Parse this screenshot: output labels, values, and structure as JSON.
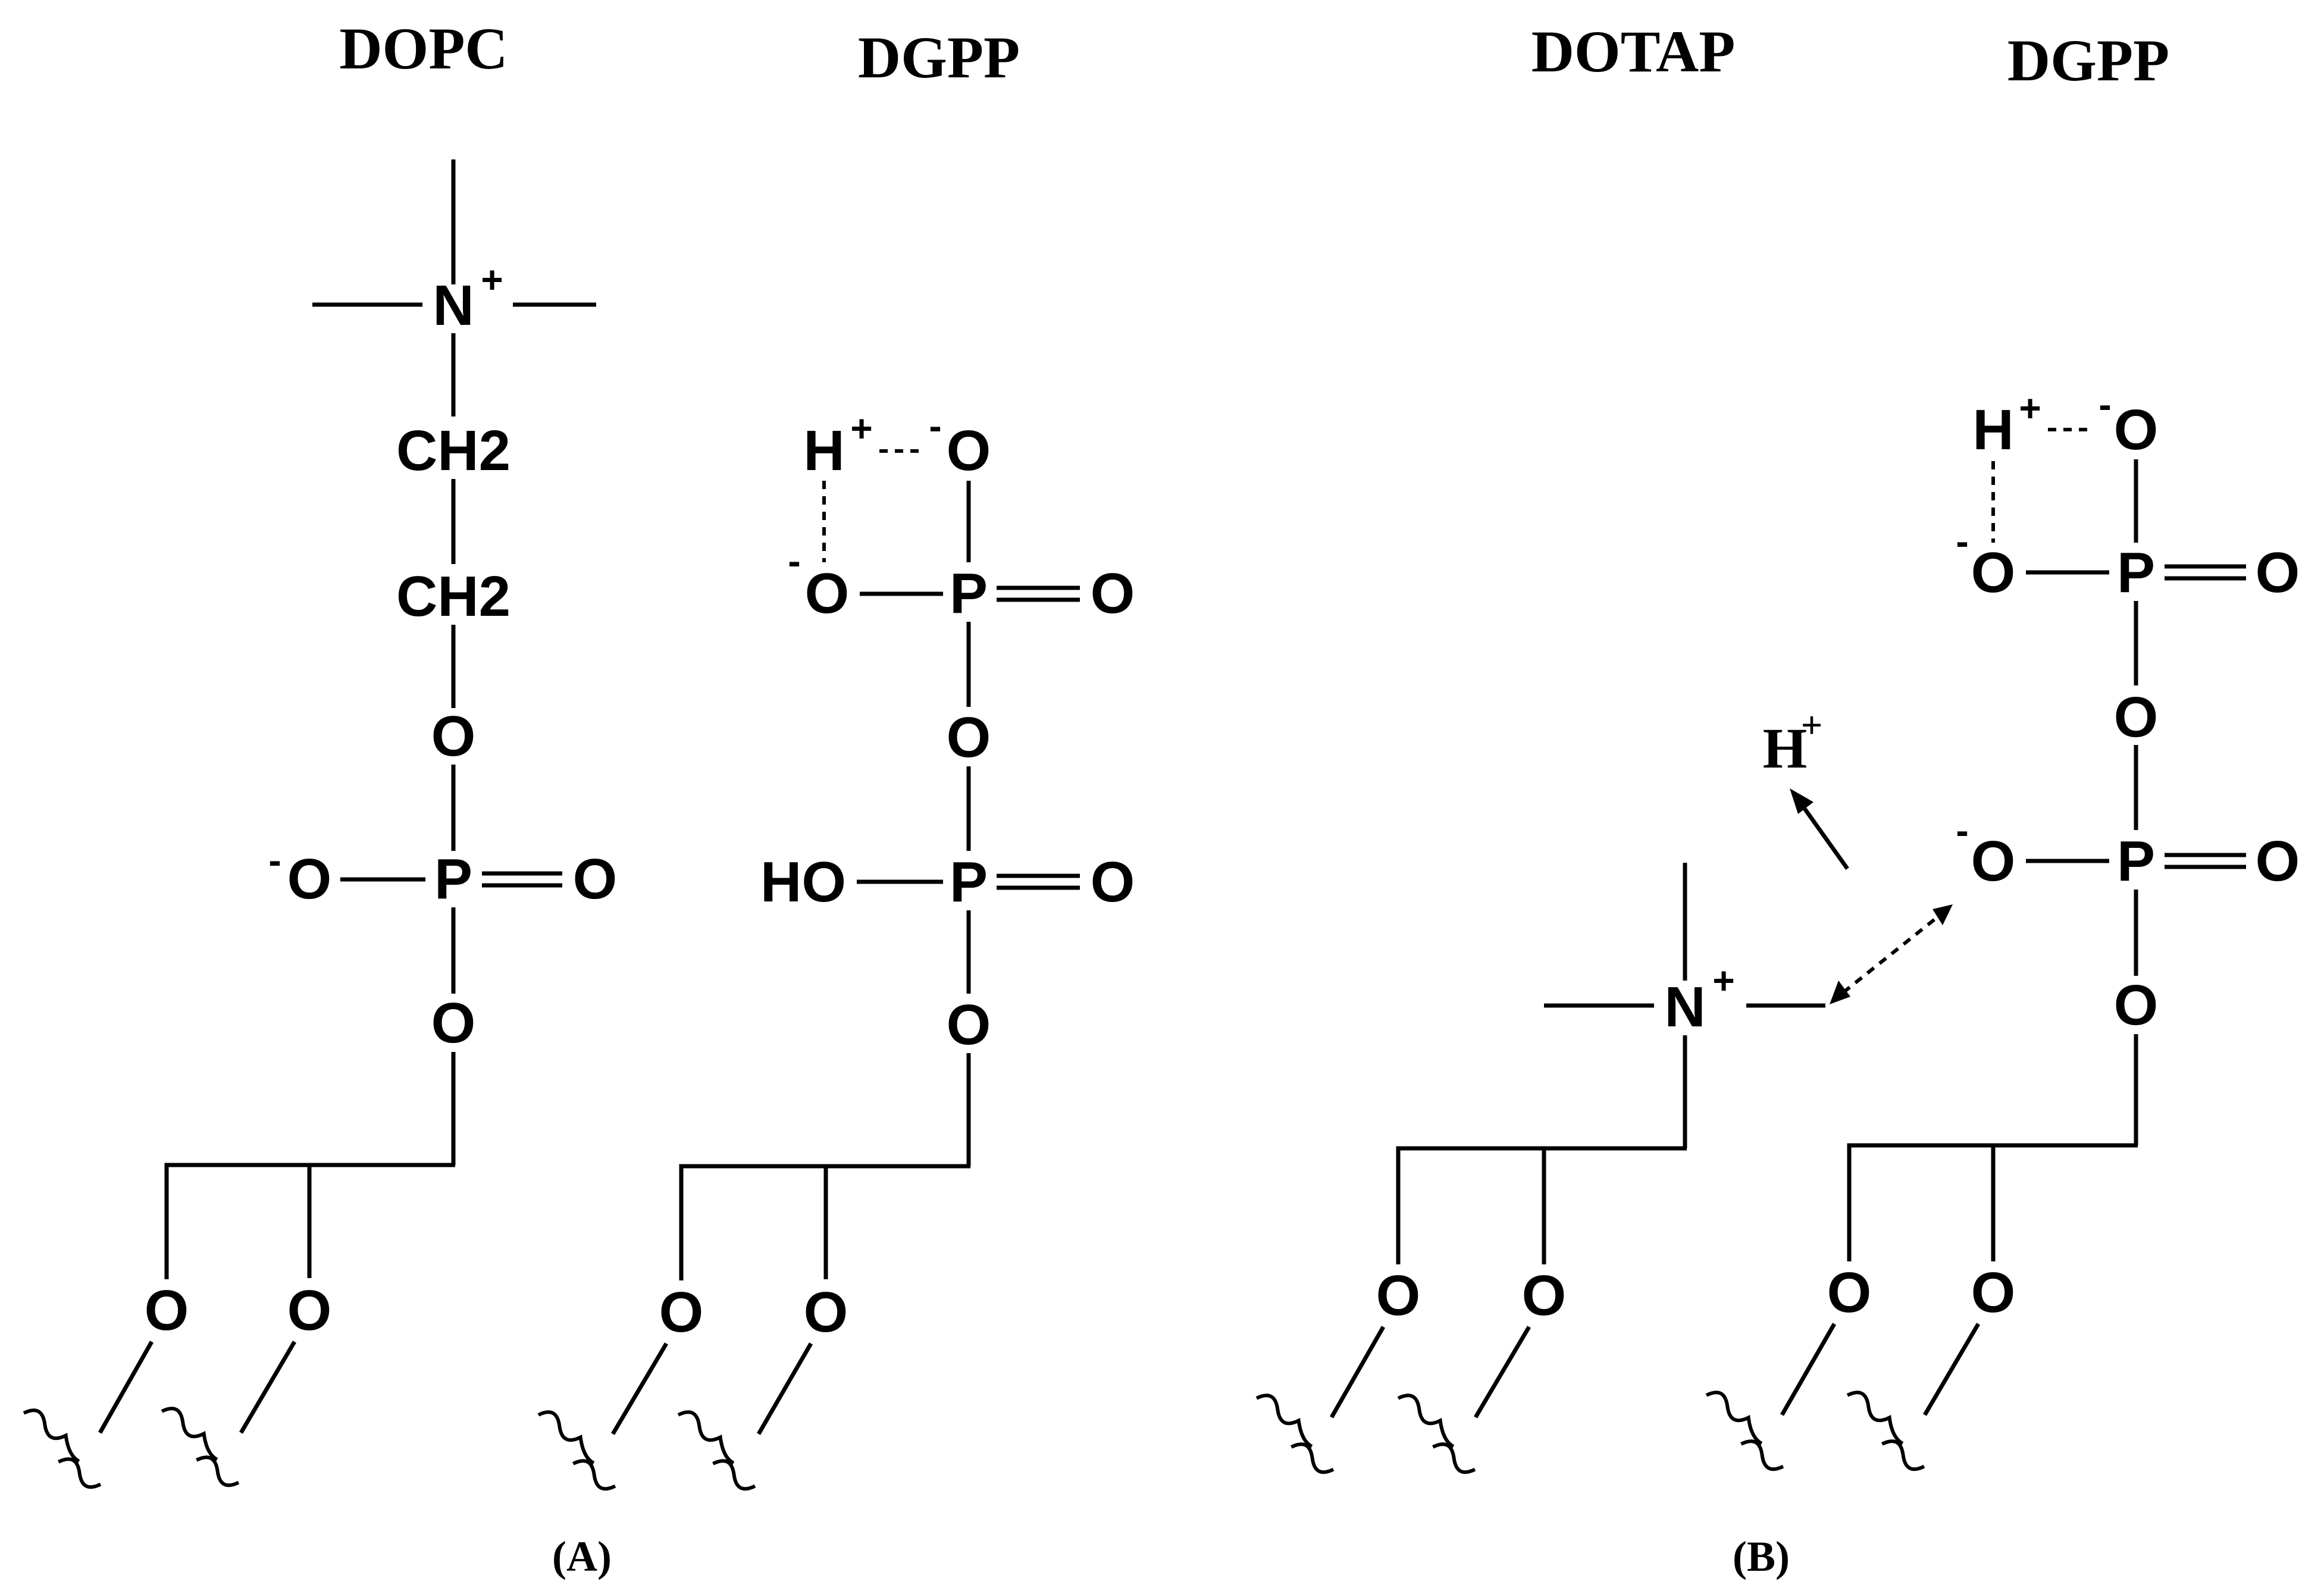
{
  "titles": {
    "dopc": "DOPC",
    "dgpp_a": "DGPP",
    "dotap": "DOTAP",
    "dgpp_b": "DGPP"
  },
  "panels": {
    "a": "(A)",
    "b": "(B)"
  },
  "atoms": {
    "n": "N",
    "plus": "+",
    "minus": "-",
    "ch2": "CH2",
    "o": "O",
    "p": "P",
    "h": "H",
    "ho": "HO"
  },
  "colors": {
    "ink": "#000000",
    "background": "#ffffff"
  }
}
